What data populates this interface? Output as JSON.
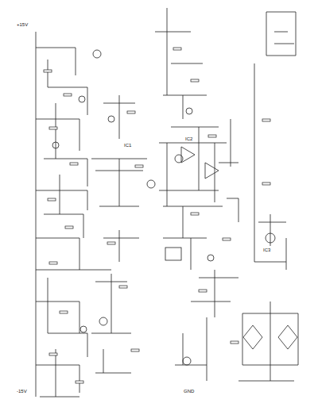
{
  "diagram": {
    "labels": [
      "+15V",
      "-15V",
      "GND",
      "IC1",
      "IC2",
      "IC3"
    ]
  }
}
